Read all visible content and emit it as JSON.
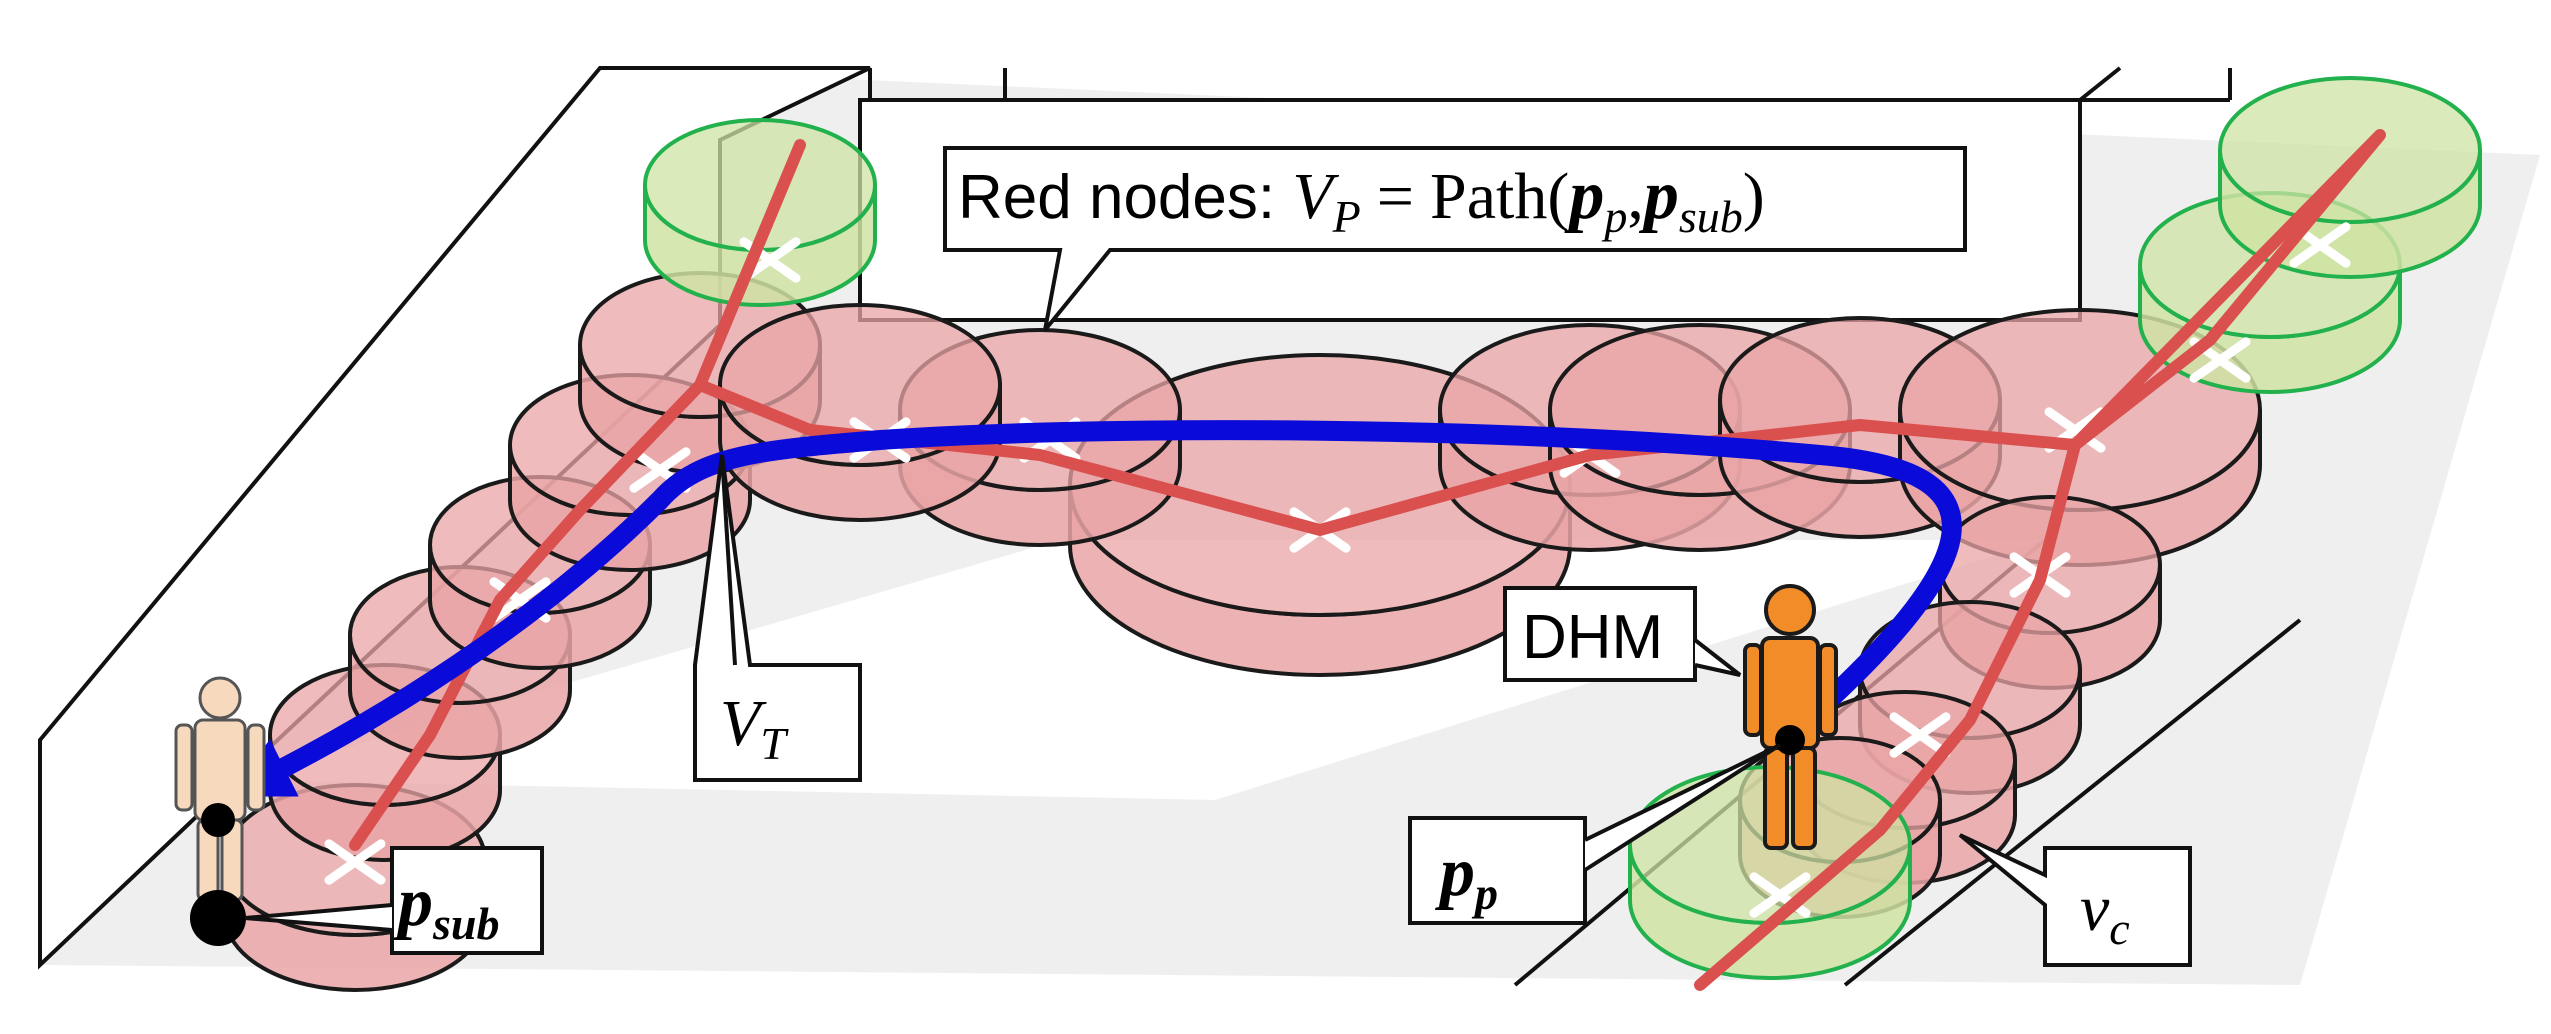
{
  "callouts": {
    "path_caption": {
      "prefix": "Red nodes: ",
      "V": "V",
      "V_sub": "P",
      "equals": "=",
      "func": "Path(",
      "p1": "p",
      "p1_sub": "p",
      "comma": ",",
      "p2": "p",
      "p2_sub": "sub",
      "close": ")"
    },
    "vt": {
      "main": "V",
      "sub": "T"
    },
    "dhm": {
      "text": "DHM"
    },
    "pp": {
      "main": "p",
      "sub": "p"
    },
    "psub": {
      "main": "p",
      "sub": "sub"
    },
    "vc": {
      "main": "v",
      "sub": "c"
    }
  },
  "colors": {
    "red_node_fill": "#eaa4a6",
    "red_node_stroke": "#1a1a1a",
    "green_node_stroke": "#22b14c",
    "green_node_fill": "#cfe3a3",
    "red_path": "#d9504f",
    "blue_path": "#0b0bd9",
    "floor": "#efefef",
    "dhm_orange": "#f28c28",
    "sub_figure": "#f7d9bd"
  }
}
